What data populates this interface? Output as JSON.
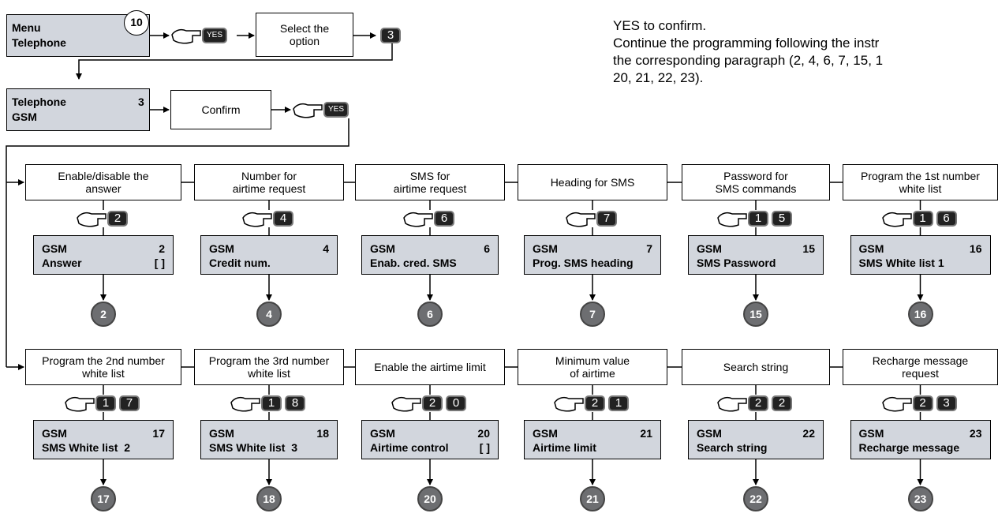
{
  "top": {
    "menu_lcd": {
      "line1": "Menu",
      "line2": "Telephone",
      "badge": "10"
    },
    "yes_key": "YES",
    "select_option": "Select the\noption",
    "key3": "3",
    "tel_lcd": {
      "line1": "Telephone",
      "line2": "GSM",
      "num": "3"
    },
    "confirm": "Confirm",
    "yes_key2": "YES"
  },
  "instructions": {
    "line1": "YES to confirm.",
    "line2": "Continue the programming following the instr",
    "line3": "the corresponding paragraph (2, 4, 6, 7, 15, 1",
    "line4": "20, 21, 22, 23)."
  },
  "row1": [
    {
      "label": "Enable/disable the\nanswer",
      "keys": [
        "2"
      ],
      "lcd1": "GSM",
      "lcdnum": "2",
      "lcd2": "Answer",
      "lcd2r": "[ ]",
      "ref": "2"
    },
    {
      "label": "Number for\nairtime request",
      "keys": [
        "4"
      ],
      "lcd1": "GSM",
      "lcdnum": "4",
      "lcd2": "Credit num.",
      "lcd2r": "",
      "ref": "4"
    },
    {
      "label": "SMS for\nairtime request",
      "keys": [
        "6"
      ],
      "lcd1": "GSM",
      "lcdnum": "6",
      "lcd2": "Enab. cred. SMS",
      "lcd2r": "",
      "ref": "6"
    },
    {
      "label": "Heading for SMS",
      "keys": [
        "7"
      ],
      "lcd1": "GSM",
      "lcdnum": "7",
      "lcd2": "Prog. SMS heading",
      "lcd2r": "",
      "ref": "7"
    },
    {
      "label": "Password for\nSMS commands",
      "keys": [
        "1",
        "5"
      ],
      "lcd1": "GSM",
      "lcdnum": "15",
      "lcd2": "SMS Password",
      "lcd2r": "",
      "ref": "15"
    },
    {
      "label": "Program the 1st number\nwhite list",
      "keys": [
        "1",
        "6"
      ],
      "lcd1": "GSM",
      "lcdnum": "16",
      "lcd2": "SMS White list 1",
      "lcd2r": "",
      "ref": "16"
    }
  ],
  "row2": [
    {
      "label": "Program the 2nd number\nwhite list",
      "keys": [
        "1",
        "7"
      ],
      "lcd1": "GSM",
      "lcdnum": "17",
      "lcd2": "SMS White list  2",
      "lcd2r": "",
      "ref": "17"
    },
    {
      "label": "Program the 3rd number\nwhite list",
      "keys": [
        "1",
        "8"
      ],
      "lcd1": "GSM",
      "lcdnum": "18",
      "lcd2": "SMS White list  3",
      "lcd2r": "",
      "ref": "18"
    },
    {
      "label": "Enable the airtime limit",
      "keys": [
        "2",
        "0"
      ],
      "lcd1": "GSM",
      "lcdnum": "20",
      "lcd2": "Airtime control",
      "lcd2r": "[ ]",
      "ref": "20"
    },
    {
      "label": "Minimum value\nof airtime",
      "keys": [
        "2",
        "1"
      ],
      "lcd1": "GSM",
      "lcdnum": "21",
      "lcd2": "Airtime limit",
      "lcd2r": "",
      "ref": "21"
    },
    {
      "label": "Search string",
      "keys": [
        "2",
        "2"
      ],
      "lcd1": "GSM",
      "lcdnum": "22",
      "lcd2": "Search string",
      "lcd2r": "",
      "ref": "22"
    },
    {
      "label": "Recharge message\nrequest",
      "keys": [
        "2",
        "3"
      ],
      "lcd1": "GSM",
      "lcdnum": "23",
      "lcd2": "Recharge message",
      "lcd2r": "",
      "ref": "23"
    }
  ]
}
